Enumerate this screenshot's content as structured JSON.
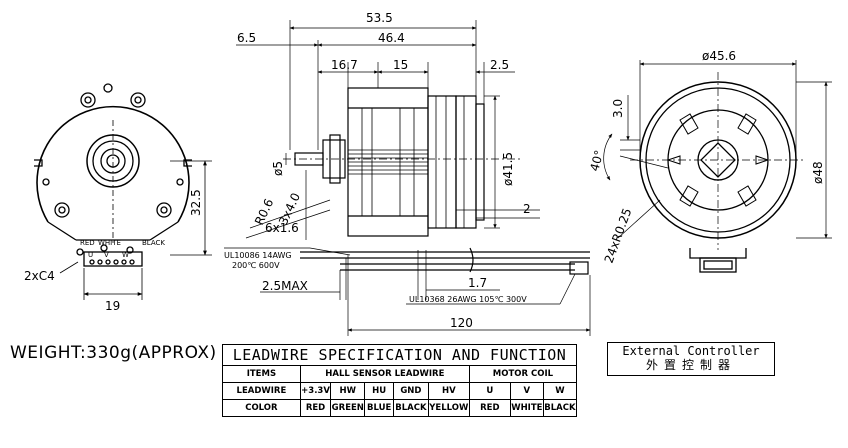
{
  "dimensions": {
    "overall_length": "53.5",
    "body_length": "46.4",
    "shaft_offset": "6.5",
    "stator_width_1": "16.7",
    "stator_width_2": "15",
    "rotor_gap": "2.5",
    "shaft_dia": "ø5",
    "boss_dia": "ø41.5",
    "flange_thk": "2",
    "mount_4": "3x4.0",
    "radius_06": "R0.6",
    "shaft_16": "6x1.6",
    "hole_height": "32.5",
    "hole_spacing": "19",
    "chamfer": "2xC4",
    "outer_dia": "ø45.6",
    "right_dia": "ø48",
    "right_3": "3.0",
    "angle": "40°",
    "radius_025": "24xR0.25",
    "lead_offset": "1.7",
    "lead_max": "2.5MAX",
    "lead_length": "120"
  },
  "wires": {
    "ul_spec_line1": "UL10086 14AWG",
    "ul_spec_line2": "200℃ 600V",
    "ul_hall": "UL10368 26AWG 105℃ 300V",
    "label_red": "RED",
    "label_white": "WHITE",
    "label_black": "BLACK",
    "label_u": "U",
    "label_v": "V",
    "label_w": "W"
  },
  "weight": "WEIGHT:330g(APPROX)",
  "spec_table": {
    "title": "LEADWIRE SPECIFICATION AND FUNCTION",
    "row_items": [
      "ITEMS",
      "HALL SENSOR LEADWIRE",
      "MOTOR COIL"
    ],
    "row_leadwire": [
      "LEADWIRE",
      "+3.3V",
      "HW",
      "HU",
      "GND",
      "HV",
      "U",
      "V",
      "W"
    ],
    "row_color": [
      "COLOR",
      "RED",
      "GREEN",
      "BLUE",
      "BLACK",
      "YELLOW",
      "RED",
      "WHITE",
      "BLACK"
    ]
  },
  "external_controller": {
    "en": "External Controller",
    "zh": "外置控制器"
  }
}
